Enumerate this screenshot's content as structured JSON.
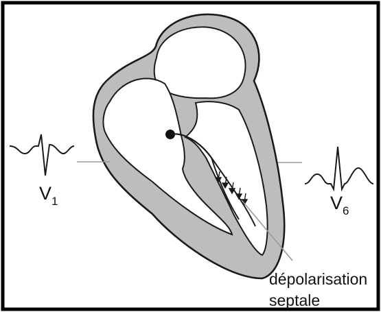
{
  "diagram": {
    "lead_left": {
      "name": "V",
      "subscript": "1"
    },
    "lead_right": {
      "name": "V",
      "subscript": "6"
    },
    "caption_line1": "dépolarisation",
    "caption_line2": "septale",
    "colors": {
      "frame": "#000000",
      "wall_fill": "#bdbdbd",
      "chamber_fill": "#ffffff",
      "ink": "#111111",
      "pointer_line": "#9a9a9a"
    }
  }
}
